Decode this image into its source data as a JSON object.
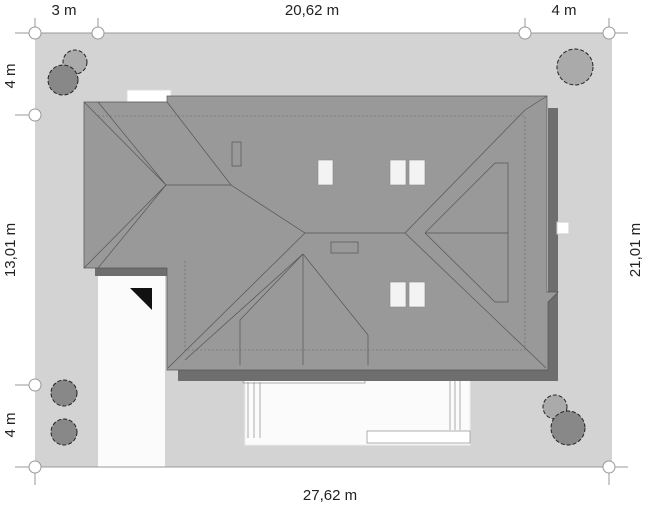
{
  "dimensions": {
    "top_left": "3 m",
    "top_middle": "20,62 m",
    "top_right": "4 m",
    "left_top": "4 m",
    "left_middle": "13,01 m",
    "left_bottom": "4 m",
    "right": "21,01 m",
    "bottom": "27,62 m"
  },
  "colors": {
    "plot": "#d3d3d3",
    "roof": "#999999",
    "shadow": "#6e6e6e",
    "tree": "#8a8a8a",
    "paving": "#ffffff"
  },
  "icons": [
    "north-arrow-icon",
    "tree-icon",
    "survey-marker-icon"
  ]
}
